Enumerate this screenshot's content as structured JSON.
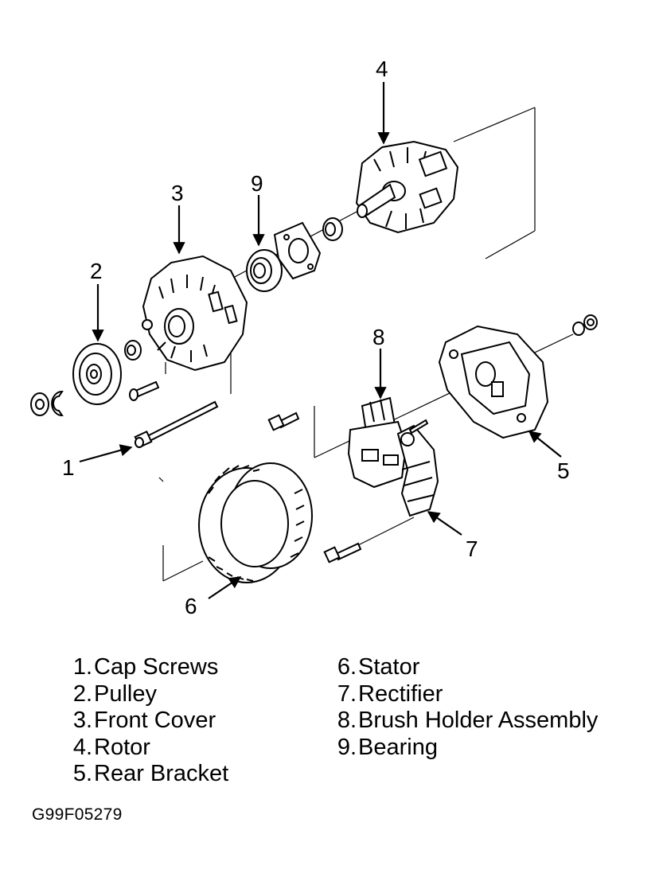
{
  "diagram": {
    "callouts": [
      {
        "id": "1",
        "label": "1"
      },
      {
        "id": "2",
        "label": "2"
      },
      {
        "id": "3",
        "label": "3"
      },
      {
        "id": "4",
        "label": "4"
      },
      {
        "id": "5",
        "label": "5"
      },
      {
        "id": "6",
        "label": "6"
      },
      {
        "id": "7",
        "label": "7"
      },
      {
        "id": "8",
        "label": "8"
      },
      {
        "id": "9",
        "label": "9"
      }
    ]
  },
  "legend": {
    "left": [
      {
        "num": "1.",
        "text": "Cap Screws"
      },
      {
        "num": "2.",
        "text": "Pulley"
      },
      {
        "num": "3.",
        "text": "Front Cover"
      },
      {
        "num": "4.",
        "text": "Rotor"
      },
      {
        "num": "5.",
        "text": "Rear Bracket"
      }
    ],
    "right": [
      {
        "num": "6.",
        "text": "Stator"
      },
      {
        "num": "7.",
        "text": "Rectifier"
      },
      {
        "num": "8.",
        "text": "Brush Holder Assembly"
      },
      {
        "num": "9.",
        "text": "Bearing"
      }
    ]
  },
  "figure_code": "G99F05279"
}
